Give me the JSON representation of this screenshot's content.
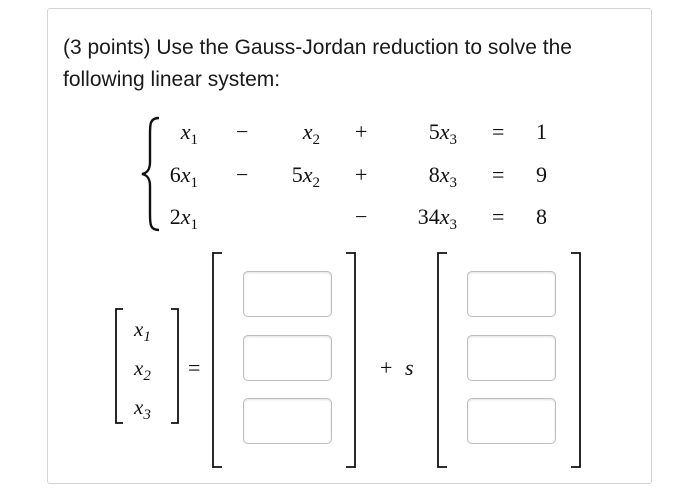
{
  "question": {
    "prompt": "(3 points) Use the Gauss-Jordan reduction to solve the following linear system:"
  },
  "system": {
    "rows": [
      {
        "c1": "",
        "v1": "x",
        "s1": "1",
        "op1": "−",
        "c2": "",
        "v2": "x",
        "s2": "2",
        "op2": "+",
        "c3": "5",
        "v3": "x",
        "s3": "3",
        "eq": "=",
        "rhs": "1"
      },
      {
        "c1": "6",
        "v1": "x",
        "s1": "1",
        "op1": "−",
        "c2": "5",
        "v2": "x",
        "s2": "2",
        "op2": "+",
        "c3": "8",
        "v3": "x",
        "s3": "3",
        "eq": "=",
        "rhs": "9"
      },
      {
        "c1": "2",
        "v1": "x",
        "s1": "1",
        "op1": "",
        "c2": "",
        "v2": "",
        "s2": "",
        "op2": "−",
        "c3": "34",
        "v3": "x",
        "s3": "3",
        "eq": "=",
        "rhs": "8"
      }
    ]
  },
  "solution": {
    "vector": [
      {
        "v": "x",
        "s": "1"
      },
      {
        "v": "x",
        "s": "2"
      },
      {
        "v": "x",
        "s": "3"
      }
    ],
    "equals": "=",
    "plus": "+",
    "param": "s",
    "particular": [
      "",
      "",
      ""
    ],
    "direction": [
      "",
      "",
      ""
    ]
  }
}
